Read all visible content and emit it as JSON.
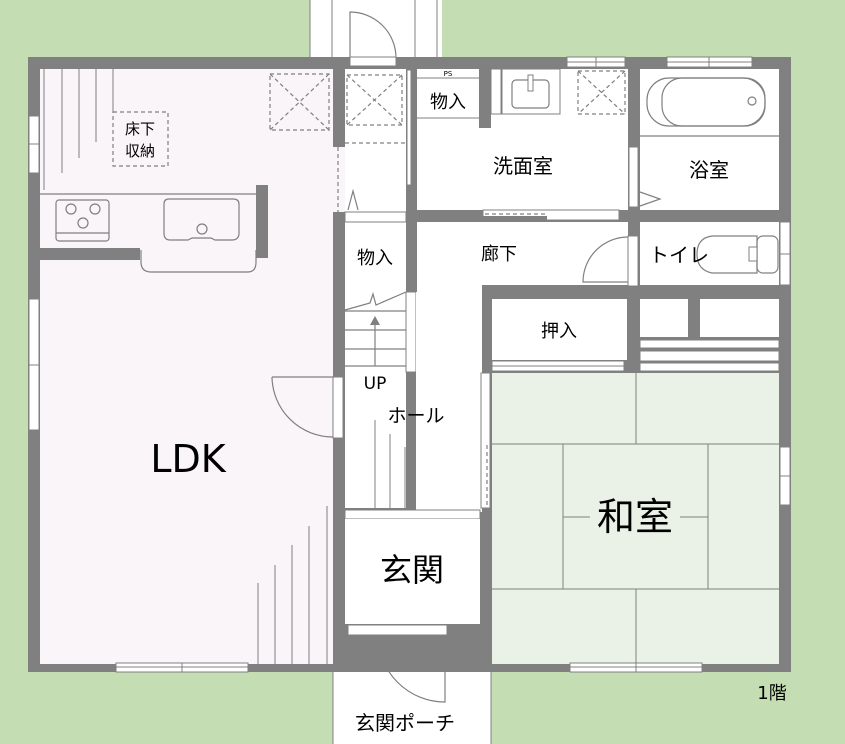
{
  "floor_label": "1階",
  "colors": {
    "yard": "#c5ddb3",
    "wall": "#808080",
    "ldk_floor": "#f9f5f9",
    "tatami": "#eaf2e8",
    "floor_white": "#ffffff"
  },
  "rooms": {
    "ldk": "LDK",
    "underfloor_storage_line1": "床下",
    "underfloor_storage_line2": "収納",
    "storage_ps": "物入",
    "ps_label": "PS",
    "washroom": "洗面室",
    "bathroom": "浴室",
    "storage_stairs": "物入",
    "hallway": "廊下",
    "toilet": "トイレ",
    "closet": "押入",
    "stairs_up": "UP",
    "hall": "ホール",
    "japanese_room": "和室",
    "entrance": "玄関",
    "entrance_porch": "玄関ポーチ"
  }
}
